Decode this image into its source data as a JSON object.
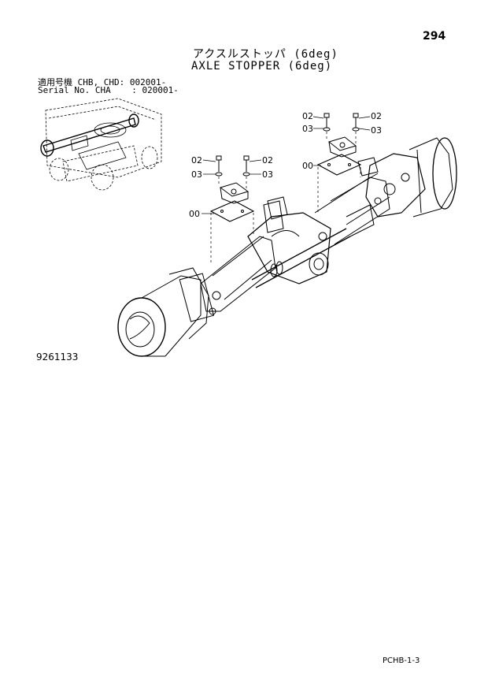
{
  "page_number": "294",
  "title_jp": "アクスルストッパ (6deg)",
  "title_en": "AXLE STOPPER (6deg)",
  "serial_line1": "適用号機 CHB, CHD: 002001-",
  "serial_line2": "Serial No. CHA    : 020001-",
  "part_labels": {
    "p02": "02",
    "p03": "03",
    "p00": "00"
  },
  "figure_code": "9261133",
  "footer_code": "PCHB-1-3"
}
